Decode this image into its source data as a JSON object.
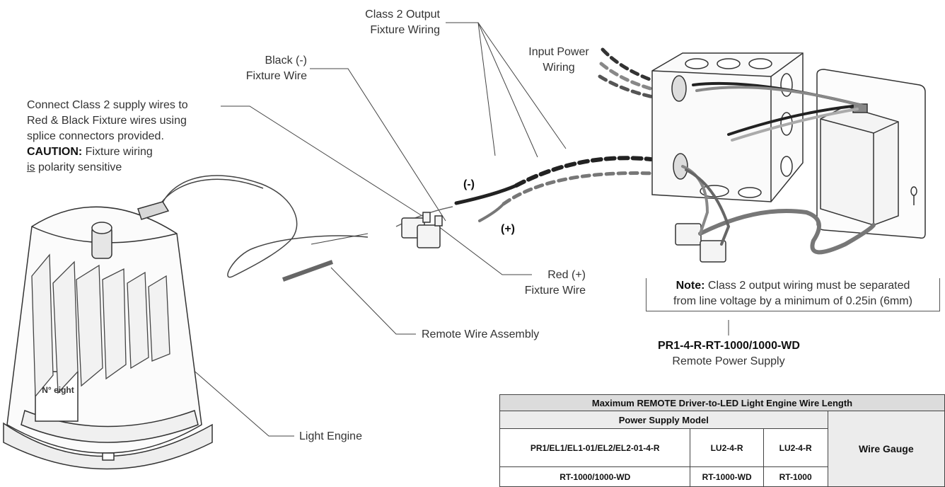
{
  "callouts": {
    "class2_output": [
      "Class 2 Output",
      "Fixture Wiring"
    ],
    "input_power": [
      "Input Power",
      "Wiring"
    ],
    "black_wire": [
      "Black (-)",
      "Fixture Wire"
    ],
    "connect_instr": [
      "Connect Class 2 supply wires to",
      "Red & Black Fixture wires using",
      "splice connectors provided."
    ],
    "caution_label": "CAUTION:",
    "caution_text": "Fixture wiring",
    "caution_is": "is",
    "caution_rest": "polarity sensitive",
    "minus_sign": "(-)",
    "plus_sign": "(+)",
    "red_wire": [
      "Red (+)",
      "Fixture Wire"
    ],
    "remote_wire": "Remote Wire Assembly",
    "light_engine": "Light Engine"
  },
  "note": {
    "label": "Note:",
    "text1": "Class 2 output wiring must be separated",
    "text2": "from line voltage by a minimum of 0.25in (6mm)"
  },
  "power_supply": {
    "model": "PR1-4-R-RT-1000/1000-WD",
    "name": "Remote Power Supply"
  },
  "fixture_badge": "N° eight",
  "table": {
    "title": "Maximum REMOTE Driver-to-LED Light Engine Wire Length",
    "model_header": "Power Supply Model",
    "gauge_header": "Wire Gauge",
    "row1": [
      "PR1/EL1/EL1-01/EL2/EL2-01-4-R",
      "LU2-4-R",
      "LU2-4-R"
    ],
    "row2": [
      "RT-1000/1000-WD",
      "RT-1000-WD",
      "RT-1000"
    ]
  }
}
